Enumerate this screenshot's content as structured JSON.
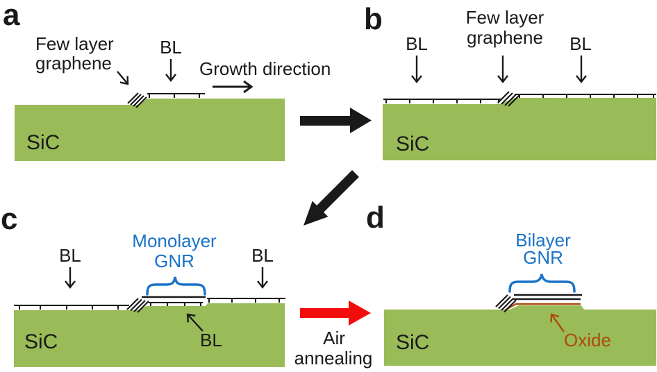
{
  "colors": {
    "sic_green": "#99bb58",
    "label_blue": "#1a73c8",
    "oxide_brown": "#ad4a10",
    "arrow_red": "#f20d0d",
    "ink": "#1a1a1a"
  },
  "panel_a": {
    "letter": "a",
    "few_layer_label": [
      "Few layer",
      "graphene"
    ],
    "bl_label": "BL",
    "growth_label": "Growth direction",
    "substrate_label": "SiC"
  },
  "panel_b": {
    "letter": "b",
    "bl_left_label": "BL",
    "few_layer_label": [
      "Few layer",
      "graphene"
    ],
    "bl_right_label": "BL",
    "substrate_label": "SiC"
  },
  "panel_c": {
    "letter": "c",
    "bl_left_label": "BL",
    "gnr_label": [
      "Monolayer",
      "GNR"
    ],
    "bl_right_label": "BL",
    "bl_under_label": "BL",
    "substrate_label": "SiC"
  },
  "panel_d": {
    "letter": "d",
    "gnr_label": [
      "Bilayer",
      "GNR"
    ],
    "oxide_label": "Oxide",
    "substrate_label": "SiC"
  },
  "transition": {
    "air_annealing_label": [
      "Air",
      "annealing"
    ]
  }
}
